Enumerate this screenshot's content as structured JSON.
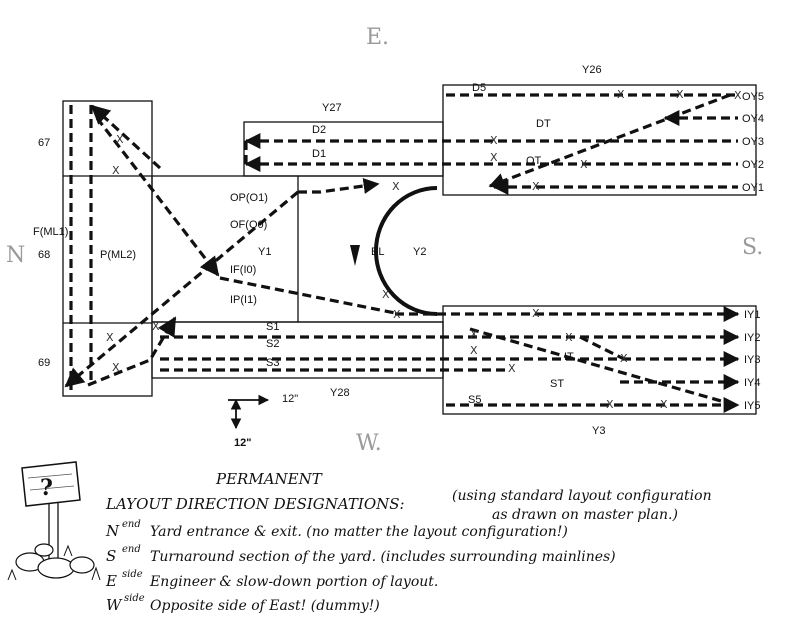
{
  "compass": {
    "east": "E.",
    "north": "N",
    "south": "S.",
    "west": "W."
  },
  "yards": {
    "y26": "Y26",
    "y27": "Y27",
    "y28": "Y28",
    "y3": "Y3",
    "y1": "Y1",
    "y2": "Y2",
    "op": "OP(O1)",
    "of": "OF(O0)",
    "if": "IF(I0)",
    "ip": "IP(I1)",
    "el": "EL",
    "fml1": "F(ML1)",
    "pml2": "P(ML2)",
    "n67": "67",
    "n68": "68",
    "n69": "69"
  },
  "tracks": {
    "d5": "D5",
    "d2": "D2",
    "d1": "D1",
    "dt": "DT",
    "ot": "OT",
    "s1": "S1",
    "s2": "S2",
    "s3": "S3",
    "s5": "S5",
    "it": "IT",
    "st": "ST"
  },
  "outbound": [
    "OY5",
    "OY4",
    "OY3",
    "OY2",
    "OY1"
  ],
  "inbound": [
    "IY1",
    "IY2",
    "IY3",
    "IY4",
    "IY5"
  ],
  "scale": {
    "horizontal": "12\"",
    "vertical": "12\""
  },
  "notes": {
    "heading": "PERMANENT",
    "title": "LAYOUT DIRECTION DESIGNATIONS:",
    "subtitle_1": "(using standard layout configuration",
    "subtitle_2": "as drawn on master plan.)",
    "lines": [
      {
        "letter": "N",
        "super": "end",
        "text": "Yard entrance & exit. (no matter the layout configuration!)"
      },
      {
        "letter": "S",
        "super": "end",
        "text": "Turnaround section of the yard. (includes surrounding mainlines)"
      },
      {
        "letter": "E",
        "super": "side",
        "text": "Engineer & slow-down portion of layout."
      },
      {
        "letter": "W",
        "super": "side",
        "text": "Opposite side of East! (dummy!)"
      }
    ]
  },
  "signpost": {
    "symbol": "?"
  }
}
